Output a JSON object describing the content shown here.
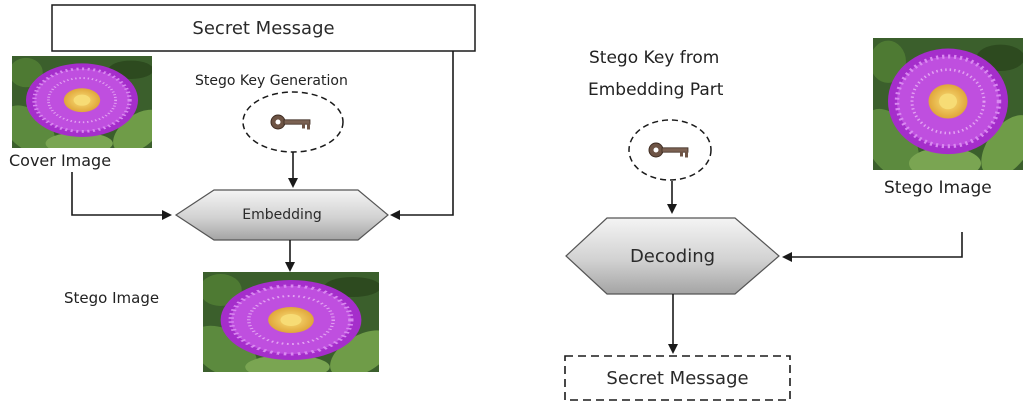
{
  "embedding": {
    "secret_message": "Secret Message",
    "stego_key_label": "Stego Key Generation",
    "cover_image_label": "Cover Image",
    "process_label": "Embedding",
    "stego_image_label": "Stego Image"
  },
  "decoding": {
    "stego_key_label_line1": "Stego Key from",
    "stego_key_label_line2": "Embedding Part",
    "stego_image_label": "Stego Image",
    "process_label": "Decoding",
    "secret_message": "Secret Message"
  },
  "icons": [
    "key-icon",
    "flower-image",
    "arrow-head"
  ],
  "colors": {
    "line": "#1a1a1a",
    "hexagon_fill_top": "#f2f2f2",
    "hexagon_fill_bottom": "#a9a9a9",
    "petal": "#b23bd6",
    "flower_center": "#f0c24a",
    "leaf": "#3d6b2a"
  }
}
